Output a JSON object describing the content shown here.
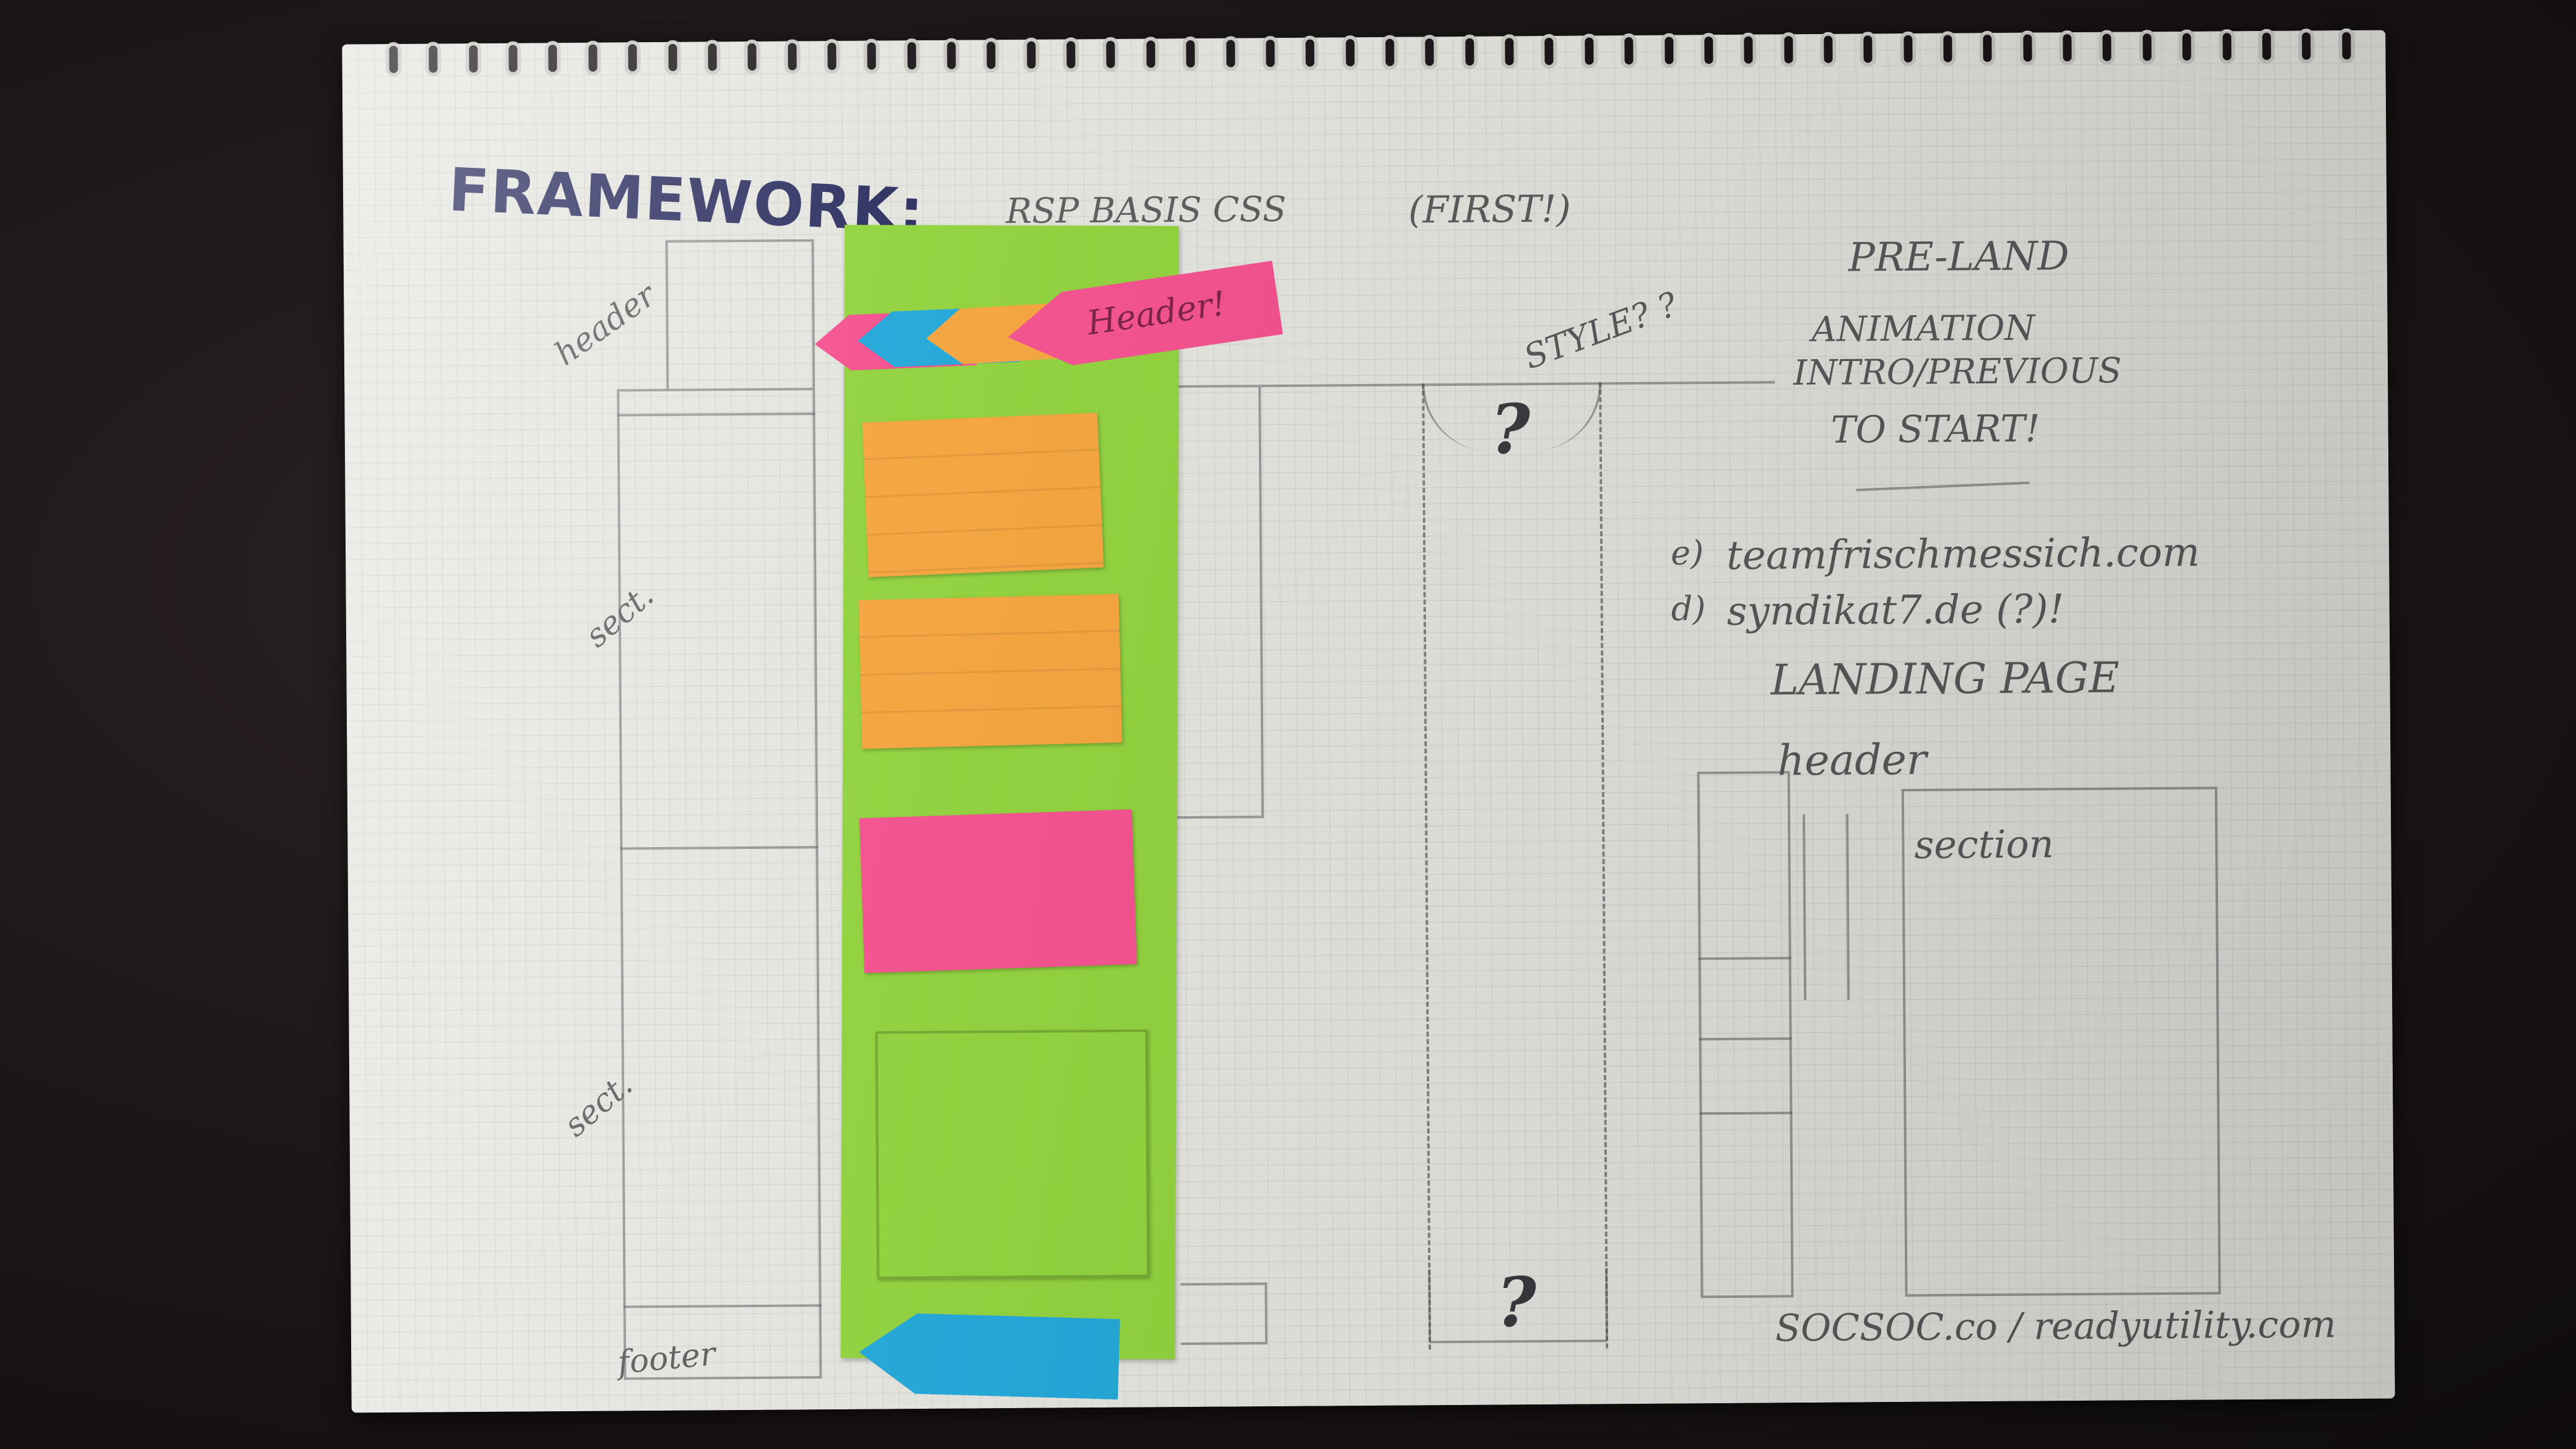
{
  "title": "FRAMEWORK:",
  "header_notes": {
    "top_center": "RSP BASIS CSS",
    "top_paren": "(FIRST!)",
    "style_q": "STYLE? ?",
    "pre_land": "PRE-LAND",
    "animation_1": "ANIMATION",
    "animation_2": "INTRO/PREVIOUS",
    "animation_3": "TO START!"
  },
  "left_labels": {
    "header": "header",
    "section_1": "sect.",
    "section_2": "sect.",
    "footer": "footer"
  },
  "tab_label": "Header!",
  "references": {
    "item_1_marker": "e)",
    "item_1": "teamfrischmessich.com",
    "item_2_marker": "d)",
    "item_2": "syndikat7.de (?)!",
    "landing": "LANDING PAGE",
    "header_word": "header",
    "section_word": "section"
  },
  "question_marks": {
    "top": "?",
    "bottom": "?"
  },
  "bottom_right": "SOCSOC.co / readyutility.com",
  "colors": {
    "green": "#8fd23a",
    "orange": "#f5a33a",
    "pink": "#f44e8c",
    "blue": "#1fa6d8",
    "ink_title": "#2a2c5e",
    "pencil": "#5a5a5c"
  }
}
